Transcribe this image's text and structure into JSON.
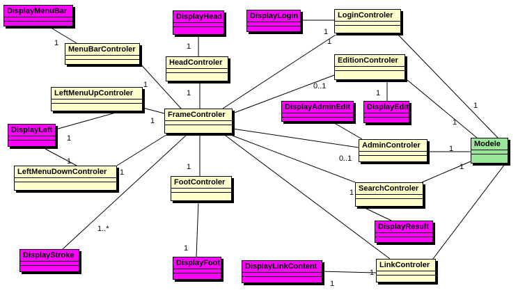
{
  "diagram": {
    "colors": {
      "controller": "#ffffcc",
      "view": "#ff00ff",
      "model": "#99e699",
      "line": "#000000"
    },
    "classes": {
      "display_menu_bar": "DisplayMenuBar",
      "menu_bar_controler": "MenuBarControler",
      "display_head": "DisplayHead",
      "head_controler": "HeadControler",
      "display_login": "DisplayLogin",
      "login_controler": "LoginControler",
      "edition_controler": "EditionControler",
      "left_menu_up_controler": "LeftMenuUpControler",
      "frame_controler": "FrameControler",
      "display_admin_edit": "DisplayAdminEdit",
      "display_edit": "DisplayEdit",
      "display_left": "DisplayLeft",
      "admin_controler": "AdminControler",
      "modele": "Modele",
      "left_menu_down_controler": "LeftMenuDownControler",
      "foot_controler": "FootControler",
      "search_controler": "SearchControler",
      "display_result": "DisplayResult",
      "display_stroke": "DisplayStroke",
      "display_foot": "DisplayFoot",
      "display_link_content": "DisplayLinkContent",
      "link_controler": "LinkControler"
    },
    "multiplicities": {
      "menubar_display": "1",
      "menubar_frame": "1",
      "head_display": "1",
      "head_frame": "1",
      "login_display": "1",
      "login_frame": "1",
      "edition_frame": "0..1",
      "edition_display": "1",
      "edition_modele": "1",
      "leftup_frame": "1",
      "leftdown_display": "1",
      "leftdown_displayleft": "1",
      "leftdown_frame": "1",
      "admin_frame": "0..1",
      "admin_modele": "1",
      "search_frame": "1",
      "search_modele": "1",
      "stroke_frame": "1..*",
      "foot_frame": "1",
      "foot_display": "1",
      "link_content": "1",
      "link_self": "1"
    }
  }
}
